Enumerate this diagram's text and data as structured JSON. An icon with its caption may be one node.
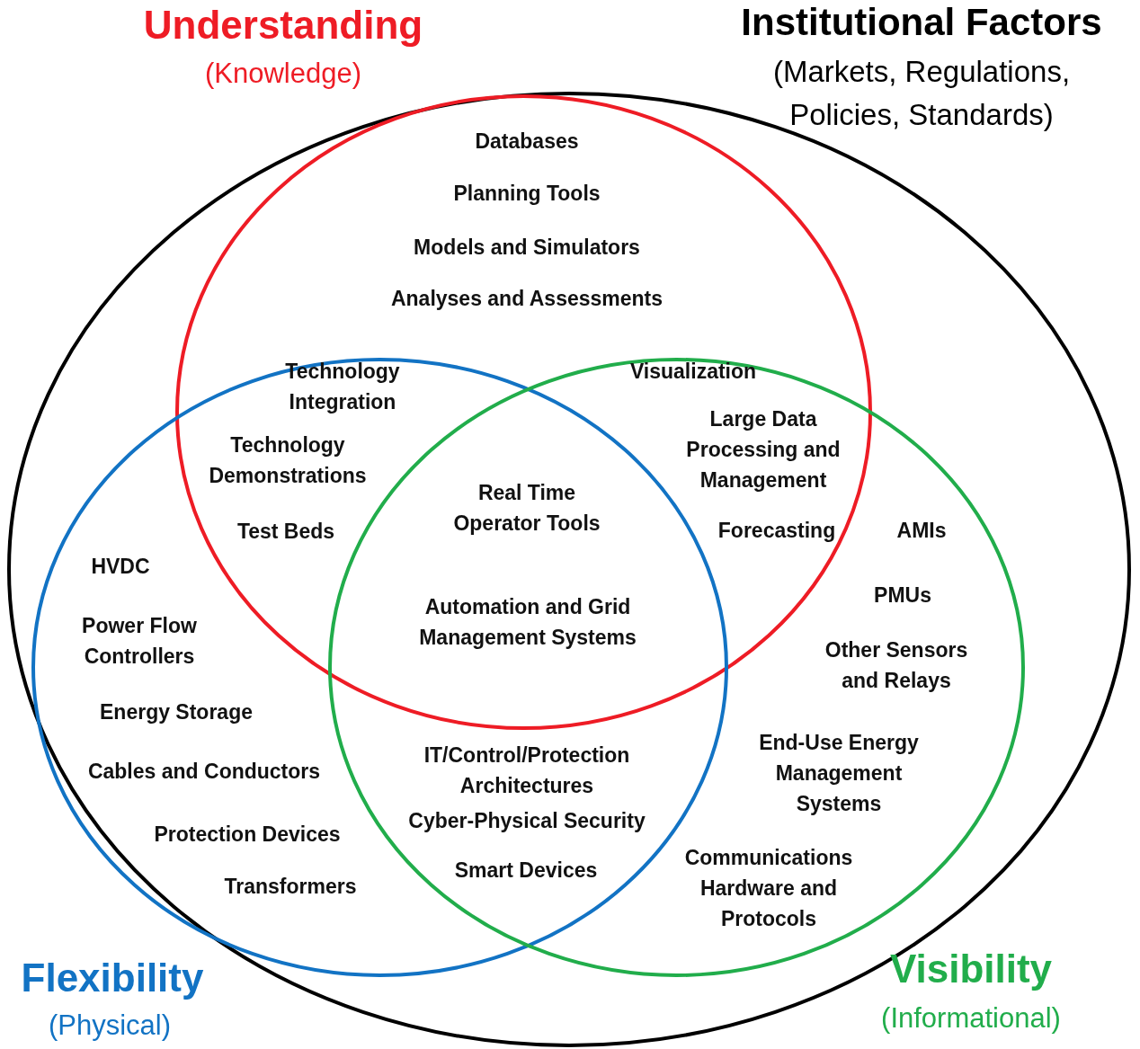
{
  "diagram": {
    "nodes": [
      {
        "text": [
          "Institutional Factors",
          "(Markets, Regulations, Policies, Standards)"
        ]
      },
      {
        "text": [
          "Understanding",
          "(Knowledge)"
        ],
        "in": 0
      },
      {
        "text": [
          "Flexibility",
          "(Physical)"
        ],
        "in": 0
      },
      {
        "text": [
          "Visibility",
          "(Informational)"
        ],
        "in": 0
      }
    ],
    "labels": [
      "Databases",
      "Planning Tools",
      "Models and Simulators",
      "Analyses and Assessments",
      "Technology Integration",
      "Visualization",
      "Technology Demonstrations",
      "Large Data Processing and Management",
      "Real Time Operator Tools",
      "Test Beds",
      "Forecasting",
      "AMIs",
      "HVDC",
      "Automation and Grid Management Systems",
      "PMUs",
      "Power Flow Controllers",
      "Other Sensors and Relays",
      "Energy Storage",
      "End-Use Energy Management Systems",
      "IT/Control/Protection Architectures",
      "Cables and Conductors",
      "Cyber-Physical Security",
      "Protection Devices",
      "Communications Hardware and Protocols",
      "Smart Devices",
      "Transformers"
    ]
  }
}
